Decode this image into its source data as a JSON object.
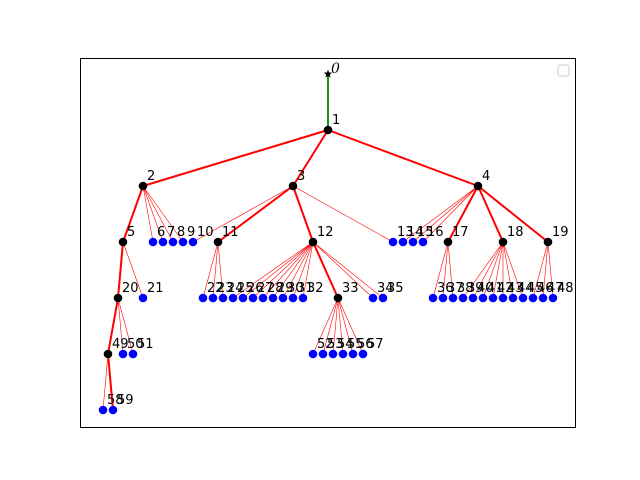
{
  "colors": {
    "root_edge": "#008000",
    "edge": "#ff0000",
    "internal_node": "#000000",
    "leaf_node": "#0000ff",
    "frame": "#000000",
    "legend_border": "#cccccc"
  },
  "legend": {
    "placement": "top-right",
    "entries": []
  },
  "root": {
    "id": "0",
    "label": "0",
    "marker": "star-icon"
  },
  "nodes": [
    {
      "id": "1",
      "parent": "0",
      "kind": "internal",
      "label": "1"
    },
    {
      "id": "2",
      "parent": "1",
      "kind": "internal",
      "label": "2"
    },
    {
      "id": "3",
      "parent": "1",
      "kind": "internal",
      "label": "3"
    },
    {
      "id": "4",
      "parent": "1",
      "kind": "internal",
      "label": "4"
    },
    {
      "id": "5",
      "parent": "2",
      "kind": "internal",
      "label": "5"
    },
    {
      "id": "6",
      "parent": "2",
      "kind": "leaf",
      "label": "6"
    },
    {
      "id": "7",
      "parent": "2",
      "kind": "leaf",
      "label": "7"
    },
    {
      "id": "8",
      "parent": "2",
      "kind": "leaf",
      "label": "8"
    },
    {
      "id": "9",
      "parent": "2",
      "kind": "leaf",
      "label": "9"
    },
    {
      "id": "10",
      "parent": "3",
      "kind": "leaf",
      "label": "10"
    },
    {
      "id": "11",
      "parent": "3",
      "kind": "internal",
      "label": "11"
    },
    {
      "id": "12",
      "parent": "3",
      "kind": "internal",
      "label": "12"
    },
    {
      "id": "13",
      "parent": "3",
      "kind": "leaf",
      "label": "13"
    },
    {
      "id": "14",
      "parent": "4",
      "kind": "leaf",
      "label": "14"
    },
    {
      "id": "15",
      "parent": "4",
      "kind": "leaf",
      "label": "15"
    },
    {
      "id": "16",
      "parent": "4",
      "kind": "leaf",
      "label": "16"
    },
    {
      "id": "17",
      "parent": "4",
      "kind": "internal",
      "label": "17"
    },
    {
      "id": "18",
      "parent": "4",
      "kind": "internal",
      "label": "18"
    },
    {
      "id": "19",
      "parent": "4",
      "kind": "internal",
      "label": "19"
    },
    {
      "id": "20",
      "parent": "5",
      "kind": "internal",
      "label": "20"
    },
    {
      "id": "21",
      "parent": "5",
      "kind": "leaf",
      "label": "21"
    },
    {
      "id": "22",
      "parent": "11",
      "kind": "leaf",
      "label": "22"
    },
    {
      "id": "23",
      "parent": "11",
      "kind": "leaf",
      "label": "23"
    },
    {
      "id": "24",
      "parent": "11",
      "kind": "leaf",
      "label": "24"
    },
    {
      "id": "25",
      "parent": "12",
      "kind": "leaf",
      "label": "25"
    },
    {
      "id": "26",
      "parent": "12",
      "kind": "leaf",
      "label": "26"
    },
    {
      "id": "27",
      "parent": "12",
      "kind": "leaf",
      "label": "27"
    },
    {
      "id": "28",
      "parent": "12",
      "kind": "leaf",
      "label": "28"
    },
    {
      "id": "29",
      "parent": "12",
      "kind": "leaf",
      "label": "29"
    },
    {
      "id": "30",
      "parent": "12",
      "kind": "leaf",
      "label": "30"
    },
    {
      "id": "31",
      "parent": "12",
      "kind": "leaf",
      "label": "31"
    },
    {
      "id": "32",
      "parent": "12",
      "kind": "leaf",
      "label": "32"
    },
    {
      "id": "33",
      "parent": "12",
      "kind": "internal",
      "label": "33"
    },
    {
      "id": "34",
      "parent": "12",
      "kind": "leaf",
      "label": "34"
    },
    {
      "id": "35",
      "parent": "12",
      "kind": "leaf",
      "label": "35"
    },
    {
      "id": "36",
      "parent": "17",
      "kind": "leaf",
      "label": "36"
    },
    {
      "id": "37",
      "parent": "17",
      "kind": "leaf",
      "label": "37"
    },
    {
      "id": "38",
      "parent": "17",
      "kind": "leaf",
      "label": "38"
    },
    {
      "id": "39",
      "parent": "18",
      "kind": "leaf",
      "label": "39"
    },
    {
      "id": "40",
      "parent": "18",
      "kind": "leaf",
      "label": "40"
    },
    {
      "id": "41",
      "parent": "18",
      "kind": "leaf",
      "label": "41"
    },
    {
      "id": "42",
      "parent": "18",
      "kind": "leaf",
      "label": "42"
    },
    {
      "id": "43",
      "parent": "18",
      "kind": "leaf",
      "label": "43"
    },
    {
      "id": "44",
      "parent": "18",
      "kind": "leaf",
      "label": "44"
    },
    {
      "id": "45",
      "parent": "18",
      "kind": "leaf",
      "label": "45"
    },
    {
      "id": "46",
      "parent": "19",
      "kind": "leaf",
      "label": "46"
    },
    {
      "id": "47",
      "parent": "19",
      "kind": "leaf",
      "label": "47"
    },
    {
      "id": "48",
      "parent": "19",
      "kind": "leaf",
      "label": "48"
    },
    {
      "id": "49",
      "parent": "20",
      "kind": "internal",
      "label": "49"
    },
    {
      "id": "50",
      "parent": "20",
      "kind": "leaf",
      "label": "50"
    },
    {
      "id": "51",
      "parent": "20",
      "kind": "leaf",
      "label": "51"
    },
    {
      "id": "52",
      "parent": "33",
      "kind": "leaf",
      "label": "52"
    },
    {
      "id": "53",
      "parent": "33",
      "kind": "leaf",
      "label": "53"
    },
    {
      "id": "54",
      "parent": "33",
      "kind": "leaf",
      "label": "54"
    },
    {
      "id": "55",
      "parent": "33",
      "kind": "leaf",
      "label": "55"
    },
    {
      "id": "56",
      "parent": "33",
      "kind": "leaf",
      "label": "56"
    },
    {
      "id": "57",
      "parent": "33",
      "kind": "leaf",
      "label": "57"
    },
    {
      "id": "58",
      "parent": "49",
      "kind": "leaf",
      "label": "58"
    },
    {
      "id": "59",
      "parent": "49",
      "kind": "leaf",
      "label": "59"
    }
  ],
  "heavy_edges": [
    [
      "1",
      "2"
    ],
    [
      "1",
      "3"
    ],
    [
      "1",
      "4"
    ],
    [
      "2",
      "5"
    ],
    [
      "5",
      "20"
    ],
    [
      "20",
      "49"
    ],
    [
      "49",
      "59"
    ],
    [
      "3",
      "11"
    ],
    [
      "3",
      "12"
    ],
    [
      "12",
      "33"
    ],
    [
      "4",
      "17"
    ],
    [
      "4",
      "18"
    ],
    [
      "4",
      "19"
    ]
  ]
}
